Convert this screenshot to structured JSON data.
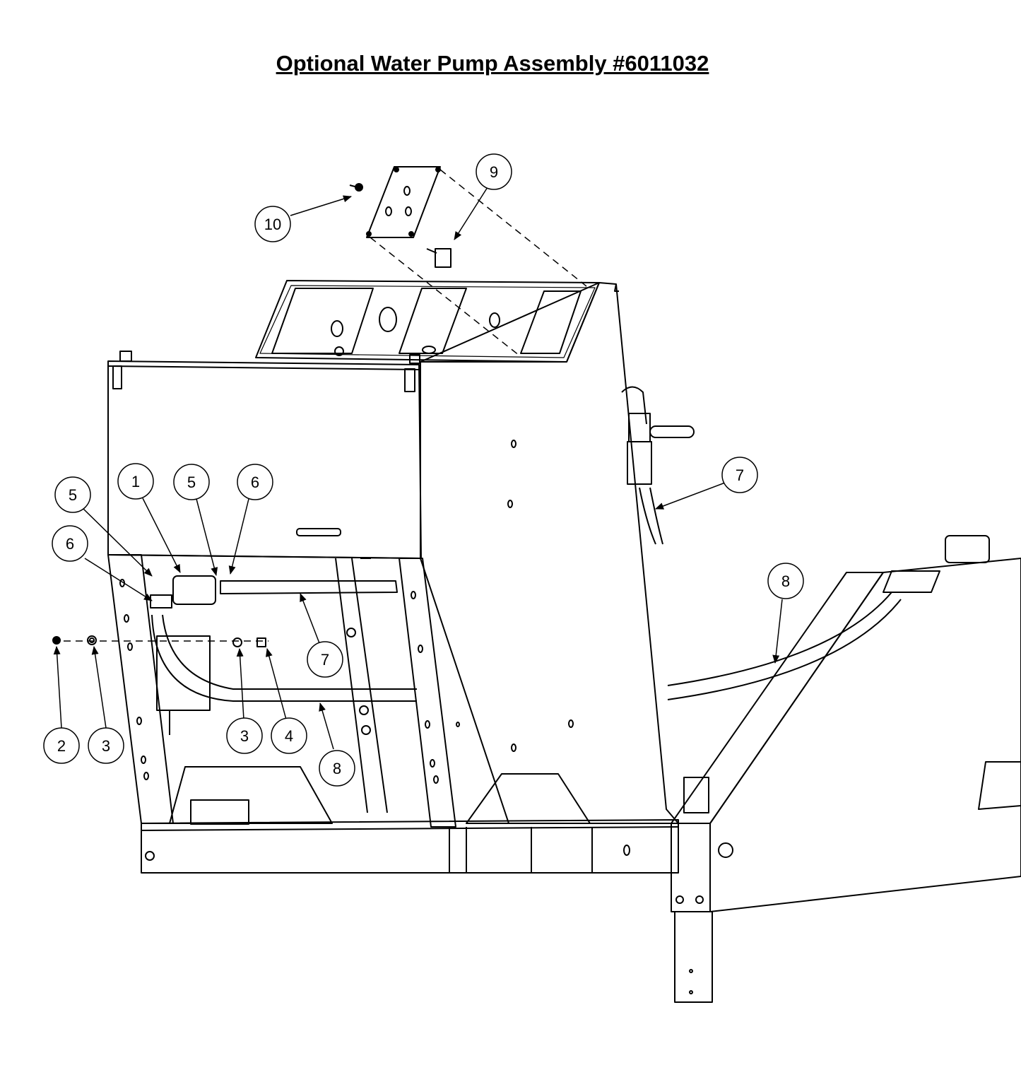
{
  "title": "Optional Water Pump Assembly #6011032",
  "callouts": [
    {
      "label": "10",
      "part": "bolt-part"
    },
    {
      "label": "9",
      "part": "switch-part"
    },
    {
      "label": "7",
      "part": "upper-hose"
    },
    {
      "label": "8",
      "part": "lower-hose"
    },
    {
      "label": "1",
      "part": "pump-part"
    },
    {
      "label": "5",
      "part": "fitting-part"
    },
    {
      "label": "6",
      "part": "clamp-part"
    },
    {
      "label": "5",
      "part": "fitting-part"
    },
    {
      "label": "6",
      "part": "clamp-part"
    },
    {
      "label": "7",
      "part": "hose-part"
    },
    {
      "label": "8",
      "part": "hose-part"
    },
    {
      "label": "2",
      "part": "screw-part"
    },
    {
      "label": "3",
      "part": "washer-part"
    },
    {
      "label": "3",
      "part": "washer-part"
    },
    {
      "label": "4",
      "part": "nut-part"
    }
  ]
}
